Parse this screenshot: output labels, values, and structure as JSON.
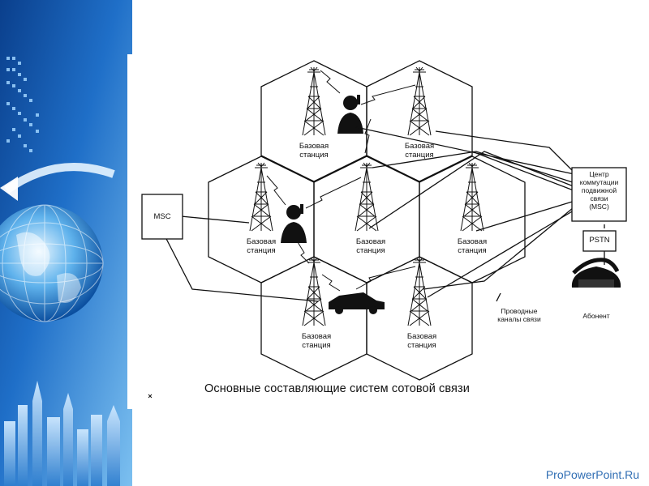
{
  "diagram": {
    "cell_label": "Базовая\nстанция",
    "msc_left_label": "MSC",
    "msc_center_label": "Центр\nкоммутации\nподвижной\nсвязи\n(MSC)",
    "pstn_label": "PSTN",
    "subscriber_label": "Абонент",
    "wired_channels_label": "Проводные\nканалы связи",
    "caption": "Основные составляющие систем сотовой связи"
  },
  "footer": {
    "brand": "ProPowerPoint.Ru"
  },
  "colors": {
    "line": "#111111",
    "brand": "#2f6db3",
    "panel_dark": "#0a3f8c",
    "panel_light": "#3d9be9"
  }
}
